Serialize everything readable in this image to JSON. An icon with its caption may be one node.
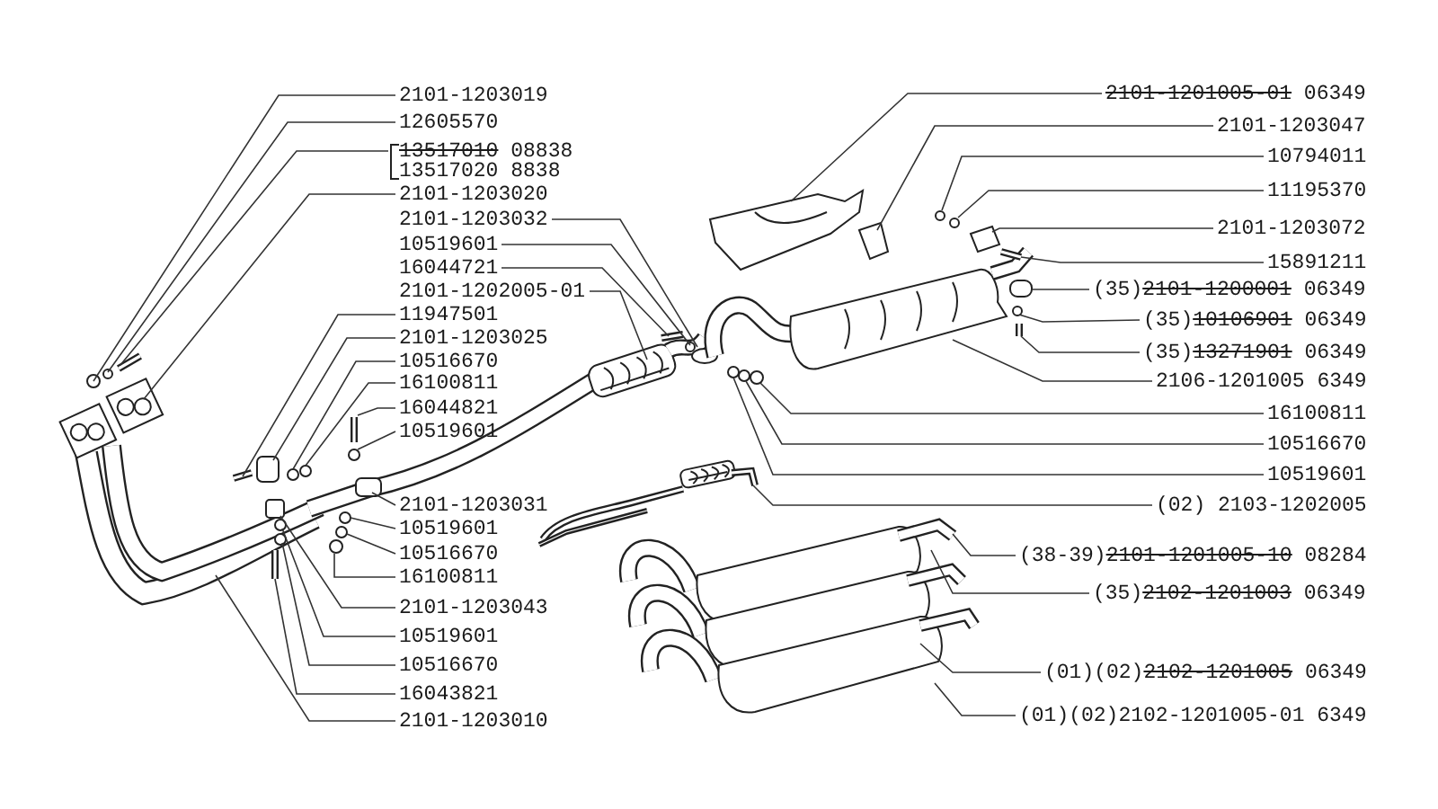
{
  "diagram": {
    "nodes": [
      {
        "text": [
          "2101-1203019"
        ]
      },
      {
        "text": [
          "12605570"
        ]
      },
      {
        "text": [
          "13517010",
          "08838",
          "13517020 8838"
        ]
      },
      {
        "text": [
          "2101-1203020"
        ]
      },
      {
        "text": [
          "2101-1203032"
        ]
      },
      {
        "text": [
          "10519601"
        ]
      },
      {
        "text": [
          "16044721"
        ]
      },
      {
        "text": [
          "2101-1202005-01"
        ]
      },
      {
        "text": [
          "11947501"
        ]
      },
      {
        "text": [
          "2101-1203025"
        ]
      },
      {
        "text": [
          "10516670"
        ]
      },
      {
        "text": [
          "16100811"
        ]
      },
      {
        "text": [
          "16044821"
        ]
      },
      {
        "text": [
          "10519601"
        ]
      },
      {
        "text": [
          "2101-1203031"
        ]
      },
      {
        "text": [
          "10519601"
        ]
      },
      {
        "text": [
          "10516670"
        ]
      },
      {
        "text": [
          "16100811"
        ]
      },
      {
        "text": [
          "2101-1203043"
        ]
      },
      {
        "text": [
          "10519601"
        ]
      },
      {
        "text": [
          "10516670"
        ]
      },
      {
        "text": [
          "16043821"
        ]
      },
      {
        "text": [
          "2101-1203010"
        ]
      },
      {
        "text": [
          "2101-1201005-01",
          "06349"
        ]
      },
      {
        "text": [
          "2101-1203047"
        ]
      },
      {
        "text": [
          "10794011"
        ]
      },
      {
        "text": [
          "11195370"
        ]
      },
      {
        "text": [
          "2101-1203072"
        ]
      },
      {
        "text": [
          "15891211"
        ]
      },
      {
        "text": [
          "(35)",
          "2101-1200001",
          "06349"
        ]
      },
      {
        "text": [
          "(35)",
          "10106901",
          "06349"
        ]
      },
      {
        "text": [
          "(35)",
          "13271901",
          "06349"
        ]
      },
      {
        "text": [
          "2106-1201005 6349"
        ]
      },
      {
        "text": [
          "16100811"
        ]
      },
      {
        "text": [
          "10516670"
        ]
      },
      {
        "text": [
          "10519601"
        ]
      },
      {
        "text": [
          "(02) 2103-1202005"
        ]
      },
      {
        "text": [
          "(38-39)",
          "2101-1201005-10",
          "08284"
        ]
      },
      {
        "text": [
          "(35)",
          "2102-1201003",
          "06349"
        ]
      },
      {
        "text": [
          "(01)(02)",
          "2102-1201005",
          "06349"
        ]
      },
      {
        "text": [
          "(01)(02)2102-1201005-01 6349"
        ]
      }
    ],
    "edges": [
      {
        "from": 0,
        "to": null,
        "arrow": "none"
      },
      {
        "from": 1,
        "to": null,
        "arrow": "none"
      },
      {
        "from": 2,
        "to": null,
        "arrow": "none"
      },
      {
        "from": 3,
        "to": null,
        "arrow": "none"
      },
      {
        "from": 4,
        "to": null,
        "arrow": "none"
      },
      {
        "from": 5,
        "to": null,
        "arrow": "none"
      },
      {
        "from": 6,
        "to": null,
        "arrow": "none"
      },
      {
        "from": 7,
        "to": null,
        "arrow": "none"
      },
      {
        "from": 8,
        "to": null,
        "arrow": "none"
      },
      {
        "from": 9,
        "to": null,
        "arrow": "none"
      },
      {
        "from": 10,
        "to": null,
        "arrow": "none"
      },
      {
        "from": 11,
        "to": null,
        "arrow": "none"
      },
      {
        "from": 12,
        "to": null,
        "arrow": "none"
      },
      {
        "from": 13,
        "to": null,
        "arrow": "none"
      },
      {
        "from": 14,
        "to": null,
        "arrow": "none"
      },
      {
        "from": 15,
        "to": null,
        "arrow": "none"
      },
      {
        "from": 16,
        "to": null,
        "arrow": "none"
      },
      {
        "from": 17,
        "to": null,
        "arrow": "none"
      },
      {
        "from": 18,
        "to": null,
        "arrow": "none"
      },
      {
        "from": 19,
        "to": null,
        "arrow": "none"
      },
      {
        "from": 20,
        "to": null,
        "arrow": "none"
      },
      {
        "from": 21,
        "to": null,
        "arrow": "none"
      },
      {
        "from": 22,
        "to": null,
        "arrow": "none"
      },
      {
        "from": 23,
        "to": null,
        "arrow": "none"
      },
      {
        "from": 24,
        "to": null,
        "arrow": "none"
      },
      {
        "from": 25,
        "to": null,
        "arrow": "none"
      },
      {
        "from": 26,
        "to": null,
        "arrow": "none"
      },
      {
        "from": 27,
        "to": null,
        "arrow": "none"
      },
      {
        "from": 28,
        "to": null,
        "arrow": "none"
      },
      {
        "from": 29,
        "to": null,
        "arrow": "none"
      },
      {
        "from": 30,
        "to": null,
        "arrow": "none"
      },
      {
        "from": 31,
        "to": null,
        "arrow": "none"
      },
      {
        "from": 32,
        "to": null,
        "arrow": "none"
      },
      {
        "from": 33,
        "to": null,
        "arrow": "none"
      },
      {
        "from": 34,
        "to": null,
        "arrow": "none"
      },
      {
        "from": 35,
        "to": null,
        "arrow": "none"
      },
      {
        "from": 36,
        "to": null,
        "arrow": "none"
      },
      {
        "from": 37,
        "to": null,
        "arrow": "none"
      },
      {
        "from": 38,
        "to": null,
        "arrow": "none"
      },
      {
        "from": 39,
        "to": null,
        "arrow": "none"
      },
      {
        "from": 40,
        "to": null,
        "arrow": "none"
      }
    ]
  }
}
